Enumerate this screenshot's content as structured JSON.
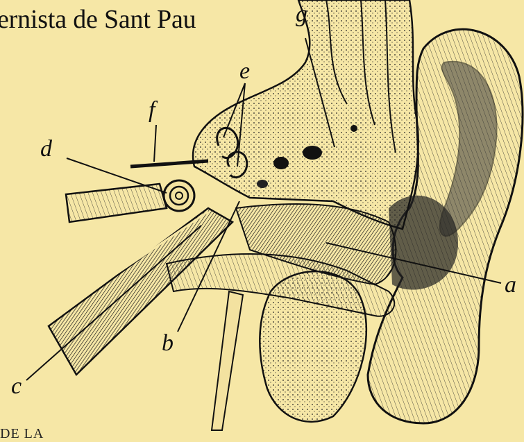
{
  "title": "ernista de Sant Pau",
  "footer_text": "DE LA",
  "labels": {
    "a": "a",
    "b": "b",
    "c": "c",
    "d": "d",
    "e": "e",
    "f": "f",
    "g": "g"
  },
  "colors": {
    "background": "#f6e7a6",
    "ink": "#111111"
  }
}
